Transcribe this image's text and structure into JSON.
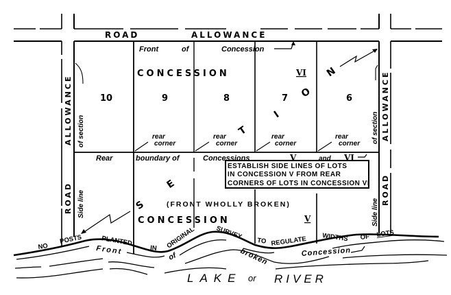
{
  "diagram": {
    "road_allowance_top": {
      "left": "ROAD",
      "right": "ALLOWANCE"
    },
    "road_allowance_left": {
      "upper": "ALLOWANCE",
      "lower": "ROAD"
    },
    "road_allowance_right": {
      "upper": "ALLOWANCE",
      "lower": "ROAD"
    },
    "front_of_concession_label": {
      "front": "Front",
      "of": "of",
      "concession": "Concession"
    },
    "upper_concession": {
      "label": "CONCESSION",
      "numeral": "VI"
    },
    "lower_concession": {
      "label": "CONCESSION",
      "numeral": "V",
      "note": "(FRONT WHOLLY BROKEN)"
    },
    "lots": [
      "10",
      "9",
      "8",
      "7",
      "6"
    ],
    "side_line_left": {
      "side_line": "Side  line",
      "of_section": "of  section"
    },
    "side_line_right": {
      "side_line": "Side  line",
      "of_section": "of  section"
    },
    "rear_corner_labels": [
      {
        "rear": "rear",
        "corner": "corner"
      },
      {
        "rear": "rear",
        "corner": "corner"
      },
      {
        "rear": "rear",
        "corner": "corner"
      },
      {
        "rear": "rear",
        "corner": "corner"
      }
    ],
    "rear_boundary_label": {
      "rear": "Rear",
      "boundary_of": "boundary of",
      "concessions": "Concessions",
      "numeral_v": "V",
      "and": "and",
      "numeral_vi": "VI"
    },
    "instruction_box": {
      "line1": "ESTABLISH  SIDE  LINES  OF  LOTS",
      "line2": "IN  CONCESSION  V  FROM  REAR",
      "line3": "CORNERS OF LOTS IN CONCESSION VI"
    },
    "section_diagonal_letters": [
      "S",
      "E",
      "T",
      "I",
      "O",
      "N"
    ],
    "shoreline_note": [
      "NO",
      "POSTS",
      "PLANTED",
      "IN",
      "ORIGINAL",
      "SURVEY",
      "TO",
      "REGULATE",
      "WIDTHS",
      "OF",
      "LOTS"
    ],
    "broken_front_label": {
      "front": "Front",
      "of": "of",
      "broken": "broken",
      "concession": "Concession"
    },
    "water_label": {
      "lake": "LAKE",
      "or": "or",
      "river": "RIVER"
    }
  }
}
